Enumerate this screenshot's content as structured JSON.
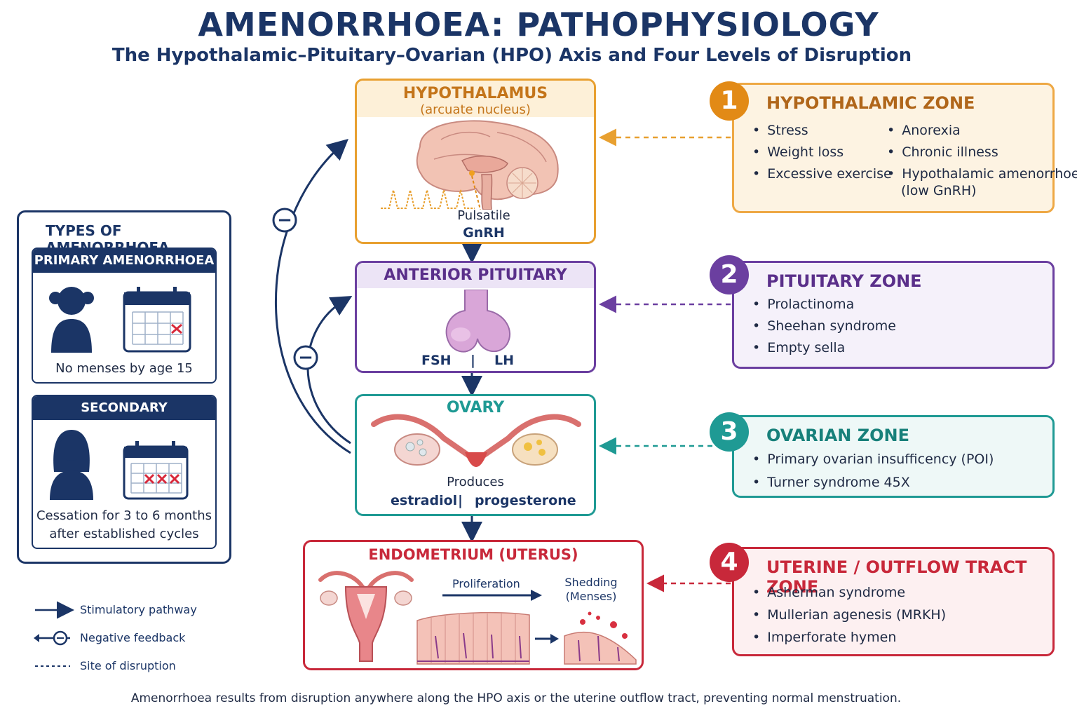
{
  "header": {
    "title": "AMENORRHOEA: PATHOPHYSIOLOGY",
    "subtitle": "The Hypothalamic–Pituitary–Ovarian (HPO) Axis and Four Levels of Disruption"
  },
  "axis": {
    "hypothalamus": {
      "title": "HYPOTHALAMUS",
      "subtitle": "(arcuate nucleus)",
      "label_line1": "Pulsatile",
      "label_line2": "GnRH"
    },
    "pituitary": {
      "title": "ANTERIOR PITUITARY",
      "fsh": "FSH",
      "sep": "|",
      "lh": "LH"
    },
    "ovary": {
      "title": "OVARY",
      "label_line1": "Produces",
      "estradiol": "estradiol",
      "sep": "|",
      "progesterone": "progesterone"
    },
    "endometrium": {
      "title": "ENDOMETRIUM (UTERUS)",
      "proliferation": "Proliferation",
      "shedding_line1": "Shedding",
      "shedding_line2": "(Menses)"
    },
    "feedback_symbol": "−"
  },
  "zones": [
    {
      "number": "1",
      "title": "HYPOTHALAMIC ZONE",
      "color": "#e28a16",
      "col1": [
        "Stress",
        "Weight loss",
        "Excessive exercise"
      ],
      "col2": [
        "Anorexia",
        "Chronic illness",
        "Hypothalamic amenorrhoea"
      ],
      "col2_extra": "(low GnRH)"
    },
    {
      "number": "2",
      "title": "PITUITARY ZONE",
      "color": "#6b3fa0",
      "items": [
        "Prolactinoma",
        "Sheehan syndrome",
        "Empty sella"
      ]
    },
    {
      "number": "3",
      "title": "OVARIAN ZONE",
      "color": "#1f9a94",
      "items": [
        "Primary ovarian insufficency (POI)",
        "Turner syndrome 45X"
      ]
    },
    {
      "number": "4",
      "title": "UTERINE / OUTFLOW TRACT ZONE",
      "color": "#c8283a",
      "items": [
        "Asherman syndrome",
        "Mullerian agenesis (MRKH)",
        "Imperforate hymen"
      ]
    }
  ],
  "types": {
    "title": "TYPES OF AMENORRHOEA",
    "primary": {
      "title": "PRIMARY AMENORRHOEA",
      "caption": "No menses by age 15"
    },
    "secondary": {
      "title": "SECONDARY AMENORRHOEA",
      "caption_line1": "Cessation for 3 to 6 months",
      "caption_line2": "after established cycles"
    }
  },
  "legend": {
    "stimulatory": "Stimulatory pathway",
    "negative": "Negative feedback",
    "disruption": "Site of disruption"
  },
  "footer": "Amenorrhoea results from disruption anywhere along the HPO axis or the uterine outflow tract, preventing normal menstruation."
}
